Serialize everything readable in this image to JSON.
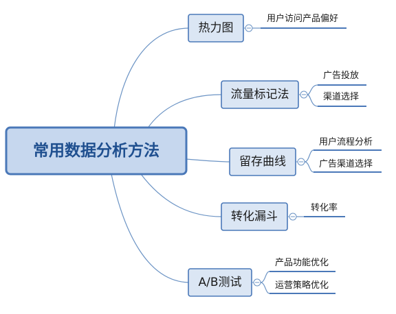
{
  "root": {
    "label": "常用数据分析方法"
  },
  "branches": [
    {
      "label": "热力图",
      "children": [
        "用户访问产品偏好"
      ]
    },
    {
      "label": "流量标记法",
      "children": [
        "广告投放",
        "渠道选择"
      ]
    },
    {
      "label": "留存曲线",
      "children": [
        "用户流程分析",
        "广告渠道选择"
      ]
    },
    {
      "label": "转化漏斗",
      "children": [
        "转化率"
      ]
    },
    {
      "label": "A/B测试",
      "children": [
        "产品功能优化",
        "运营策略优化"
      ]
    }
  ]
}
